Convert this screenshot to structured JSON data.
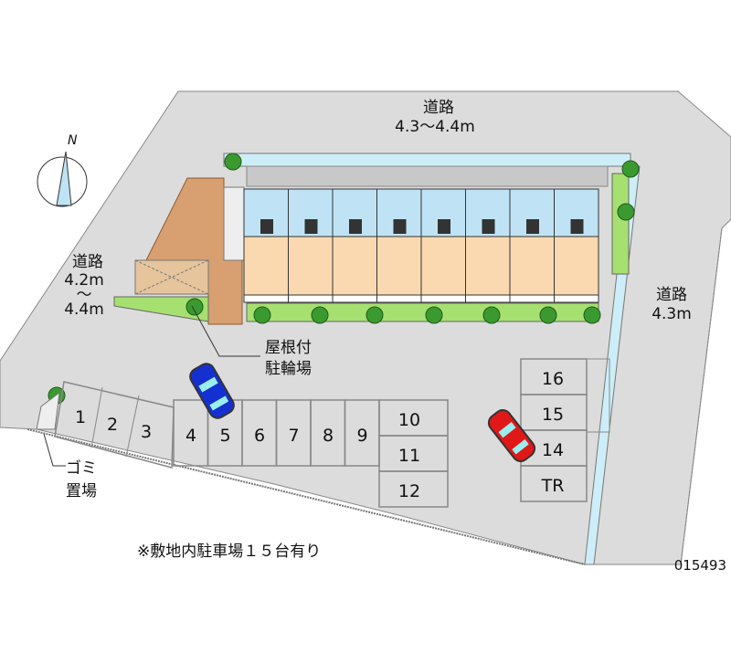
{
  "roads": {
    "north": {
      "name": "道路",
      "width": "4.3～4.4m"
    },
    "west": {
      "name": "道路",
      "width_top": "4.2m",
      "tilde": "～",
      "width_bottom": "4.4m"
    },
    "east": {
      "name": "道路",
      "width": "4.3m"
    }
  },
  "compass": {
    "label": "N"
  },
  "labels": {
    "bike_parking_line1": "屋根付",
    "bike_parking_line2": "駐輪場",
    "garbage_line1": "ゴミ",
    "garbage_line2": "置場",
    "note": "※敷地内駐車場１５台有り",
    "property_id": "015493"
  },
  "parking_spaces": [
    "1",
    "2",
    "3",
    "4",
    "5",
    "6",
    "7",
    "8",
    "9",
    "10",
    "11",
    "12",
    "14",
    "15",
    "16",
    "TR"
  ],
  "colors": {
    "road": "#dcdcdc",
    "canal": "#cdeef8",
    "unit_top": "#bfe3f5",
    "unit_bottom": "#fbd9b0",
    "green": "#a6e070",
    "brick": "#d8a070",
    "car_blue": "#1530d0",
    "car_red": "#e01818"
  }
}
